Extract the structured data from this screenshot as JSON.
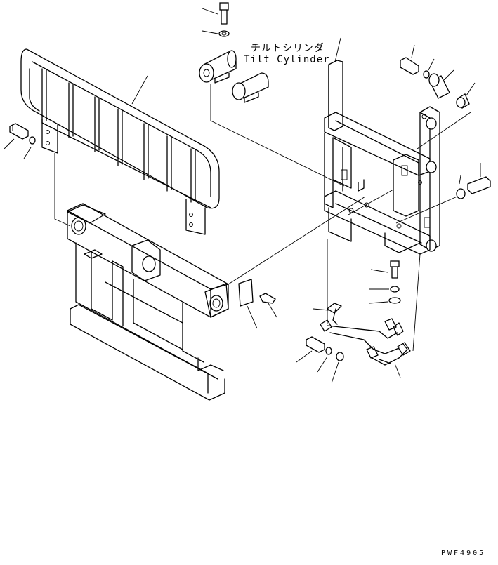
{
  "annotations": {
    "tilt_cylinder_jp": "チルトシリンダ",
    "tilt_cylinder_en": "Tilt Cylinder",
    "drawing_code": "PWF4905"
  }
}
